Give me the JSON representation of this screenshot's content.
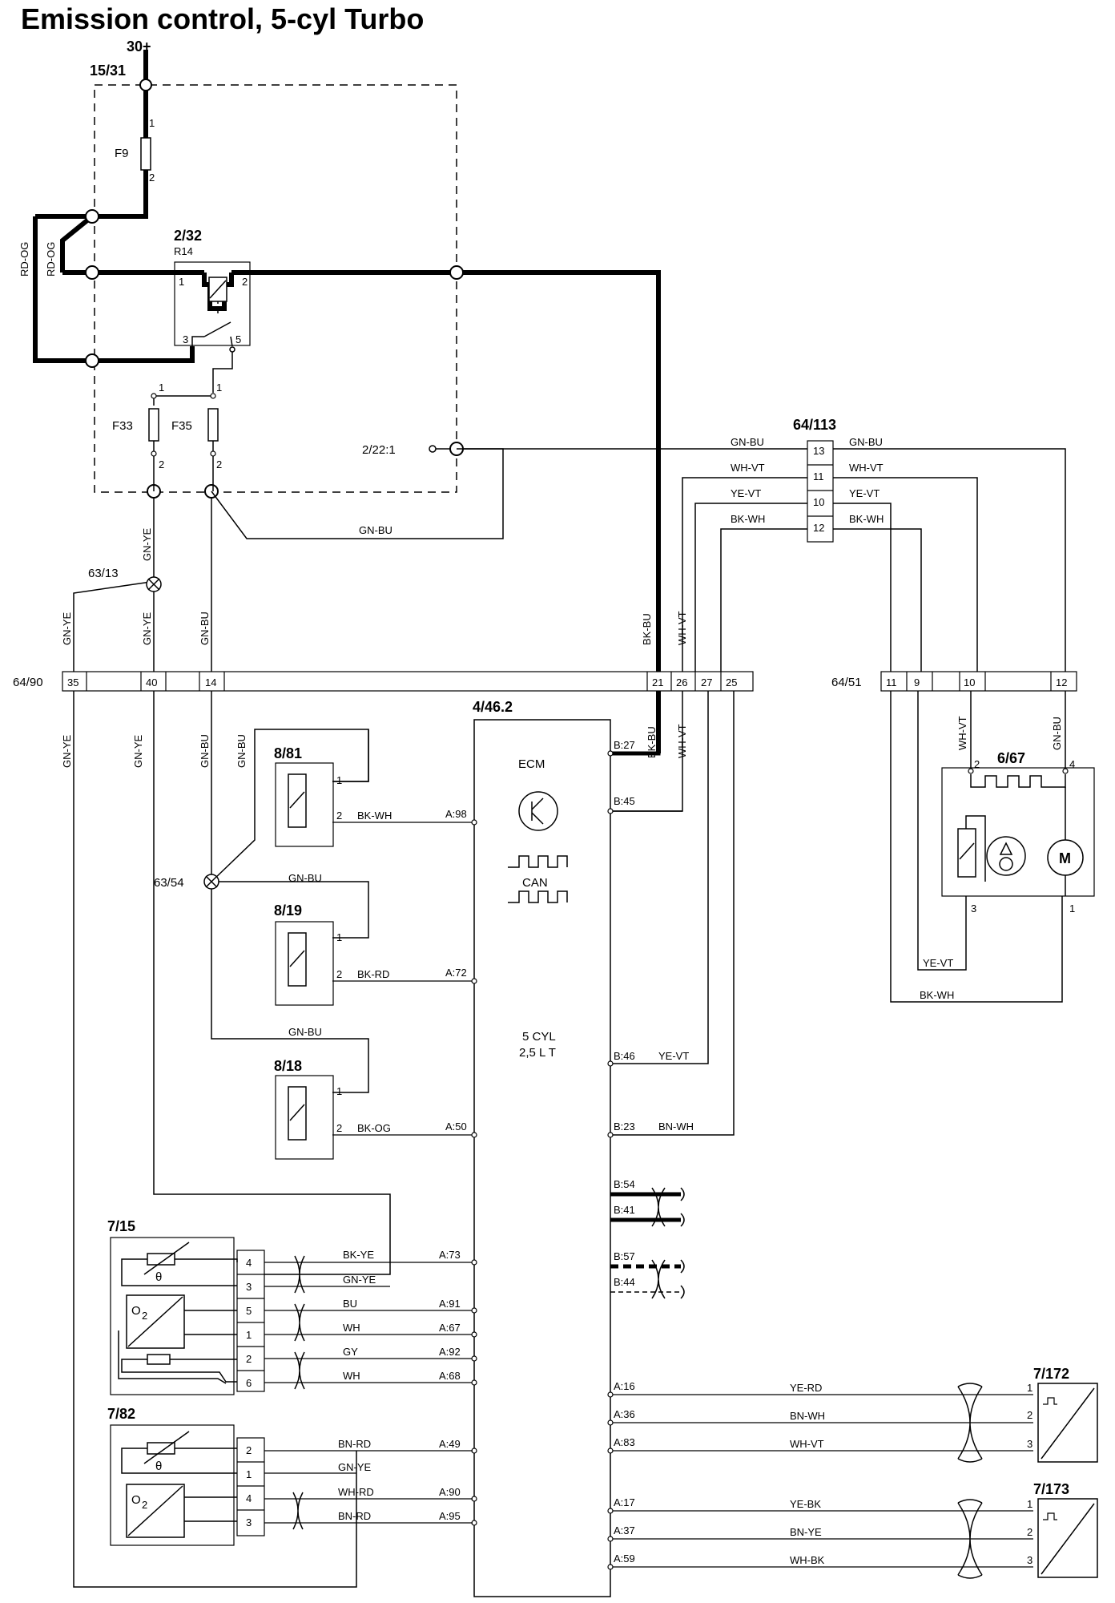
{
  "title": "Emission control, 5-cyl Turbo",
  "supply": {
    "label": "30+"
  },
  "central_electronic_module": {
    "label": "15/31"
  },
  "fuse_f9": {
    "label": "F9",
    "pin1": "1",
    "pin2": "2"
  },
  "relay": {
    "label": "2/32",
    "sublabel": "R14",
    "pins": [
      "1",
      "2",
      "3",
      "5"
    ]
  },
  "fuse_f33": {
    "label": "F33",
    "pin1": "1",
    "pin2": "2"
  },
  "fuse_f35": {
    "label": "F35",
    "pin1": "1",
    "pin2": "2"
  },
  "terminal_2_22": {
    "label": "2/22:1"
  },
  "splice_63_13": {
    "label": "63/13"
  },
  "splice_63_54": {
    "label": "63/54"
  },
  "connector_64_113": {
    "label": "64/113",
    "pins": [
      "13",
      "11",
      "10",
      "12"
    ]
  },
  "connector_64_90": {
    "label": "64/90",
    "pins": [
      "35",
      "40",
      "14",
      "21",
      "26",
      "27",
      "25"
    ]
  },
  "connector_64_51": {
    "label": "64/51",
    "pins": [
      "11",
      "9",
      "10",
      "12"
    ]
  },
  "wires": {
    "rd_og": "RD-OG",
    "gn_bu": "GN-BU",
    "gn_ye": "GN-YE",
    "bk_bu": "BK-BU",
    "wh_vt": "WH-VT",
    "ye_vt": "YE-VT",
    "bk_wh": "BK-WH",
    "bk_rd": "BK-RD",
    "bk_og": "BK-OG",
    "bn_wh": "BN-WH",
    "bk_ye": "BK-YE",
    "bu": "BU",
    "wh": "WH",
    "gy": "GY",
    "bn_rd": "BN-RD",
    "wh_rd": "WH-RD",
    "ye_rd": "YE-RD",
    "ye_bk": "YE-BK",
    "bn_ye": "BN-YE",
    "wh_bk": "WH-BK"
  },
  "ecm": {
    "label": "4/46.2",
    "name": "ECM",
    "can": "CAN",
    "engine_line1": "5 CYL",
    "engine_line2": "2,5 L T",
    "pins": {
      "b27": "B:27",
      "b45": "B:45",
      "a98": "A:98",
      "a72": "A:72",
      "a50": "A:50",
      "b46": "B:46",
      "b23": "B:23",
      "b54": "B:54",
      "b41": "B:41",
      "b57": "B:57",
      "b44": "B:44",
      "a73": "A:73",
      "a91": "A:91",
      "a67": "A:67",
      "a92": "A:92",
      "a68": "A:68",
      "a49": "A:49",
      "a90": "A:90",
      "a95": "A:95",
      "a16": "A:16",
      "a36": "A:36",
      "a83": "A:83",
      "a17": "A:17",
      "a37": "A:37",
      "a59": "A:59"
    }
  },
  "solenoid_8_81": {
    "label": "8/81",
    "pin1": "1",
    "pin2": "2"
  },
  "solenoid_8_19": {
    "label": "8/19",
    "pin1": "1",
    "pin2": "2"
  },
  "solenoid_8_18": {
    "label": "8/18",
    "pin1": "1",
    "pin2": "2"
  },
  "throttle_6_67": {
    "label": "6/67",
    "pins": [
      "2",
      "4",
      "3",
      "1"
    ],
    "motor": "M"
  },
  "sensor_7_15": {
    "label": "7/15",
    "theta": "θ",
    "o2": "O",
    "o2_sub": "2",
    "pins": [
      "4",
      "3",
      "5",
      "1",
      "2",
      "6"
    ]
  },
  "sensor_7_82": {
    "label": "7/82",
    "theta": "θ",
    "o2": "O",
    "o2_sub": "2",
    "pins": [
      "2",
      "1",
      "4",
      "3"
    ]
  },
  "sensor_7_172": {
    "label": "7/172",
    "pins": [
      "1",
      "2",
      "3"
    ]
  },
  "sensor_7_173": {
    "label": "7/173",
    "pins": [
      "1",
      "2",
      "3"
    ]
  }
}
